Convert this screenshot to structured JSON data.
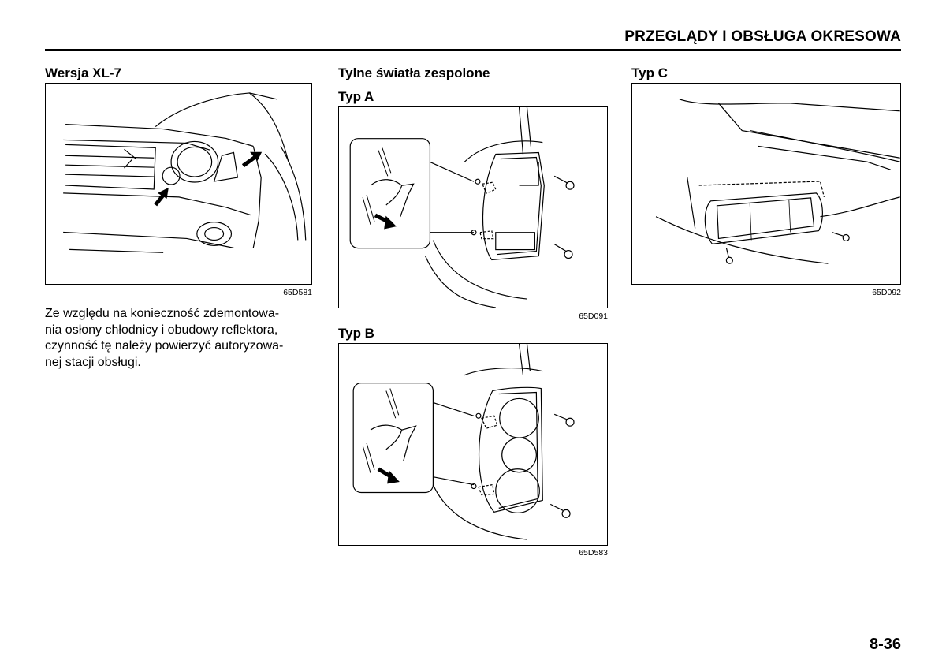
{
  "header": {
    "title": "PRZEGLĄDY I OBSŁUGA OKRESOWA"
  },
  "left": {
    "heading": "Wersja XL-7",
    "figure_code": "65D581",
    "body": "Ze względu na konieczność zdemontowa-\nnia osłony chłodnicy i obudowy reflektora,\nczynność tę należy powierzyć autoryzowa-\nnej stacji obsługi."
  },
  "middle": {
    "heading": "Tylne światła zespolone",
    "type_a": {
      "label": "Typ A",
      "figure_code": "65D091"
    },
    "type_b": {
      "label": "Typ B",
      "figure_code": "65D583"
    }
  },
  "right": {
    "type_c": {
      "label": "Typ C",
      "figure_code": "65D092"
    }
  },
  "footer": {
    "page_number": "8-36"
  }
}
